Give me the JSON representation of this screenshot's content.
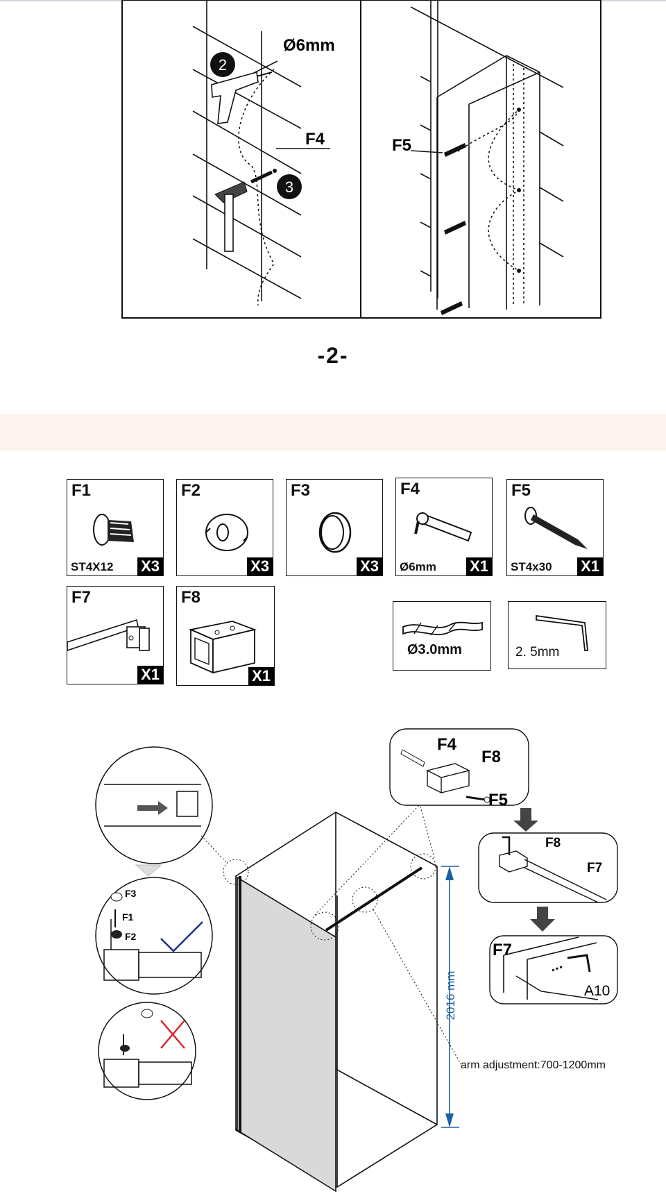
{
  "page": {
    "number": "-2-"
  },
  "top_diagram": {
    "drill_diameter": "Ø6mm",
    "step_drill": "2",
    "step_hammer": "3",
    "anchor_label": "F4",
    "screw_label": "F5"
  },
  "parts": [
    {
      "code": "F1",
      "spec": "ST4X12",
      "qty": "X3",
      "icon": "screw-icon"
    },
    {
      "code": "F2",
      "spec": "",
      "qty": "X3",
      "icon": "washer-icon"
    },
    {
      "code": "F3",
      "spec": "",
      "qty": "X3",
      "icon": "cap-icon"
    },
    {
      "code": "F4",
      "spec": "Ø6mm",
      "qty": "X1",
      "icon": "wall-anchor-icon"
    },
    {
      "code": "F5",
      "spec": "ST4x30",
      "qty": "X1",
      "icon": "long-screw-icon"
    },
    {
      "code": "F7",
      "spec": "",
      "qty": "X1",
      "icon": "support-arm-icon"
    },
    {
      "code": "F8",
      "spec": "",
      "qty": "X1",
      "icon": "bracket-block-icon"
    }
  ],
  "tools": [
    {
      "label": "Ø3.0mm",
      "icon": "drill-bit-icon"
    },
    {
      "label": "2. 5mm",
      "icon": "hex-key-icon"
    }
  ],
  "bottom_diagram": {
    "labels": {
      "f3": "F3",
      "f1": "F1",
      "f2": "F2",
      "f4": "F4",
      "f8": "F8",
      "f5": "F5",
      "f8b": "F8",
      "f7": "F7",
      "f7b": "F7",
      "a10": "A10"
    },
    "height_dimension": "2016 mm",
    "arm_adjustment": "arm adjustment:700-1200mm",
    "colors": {
      "dimension": "#1c62a3",
      "check": "#1f2f8a",
      "cross": "#d9262c",
      "glass": "#d9d9d9"
    }
  }
}
